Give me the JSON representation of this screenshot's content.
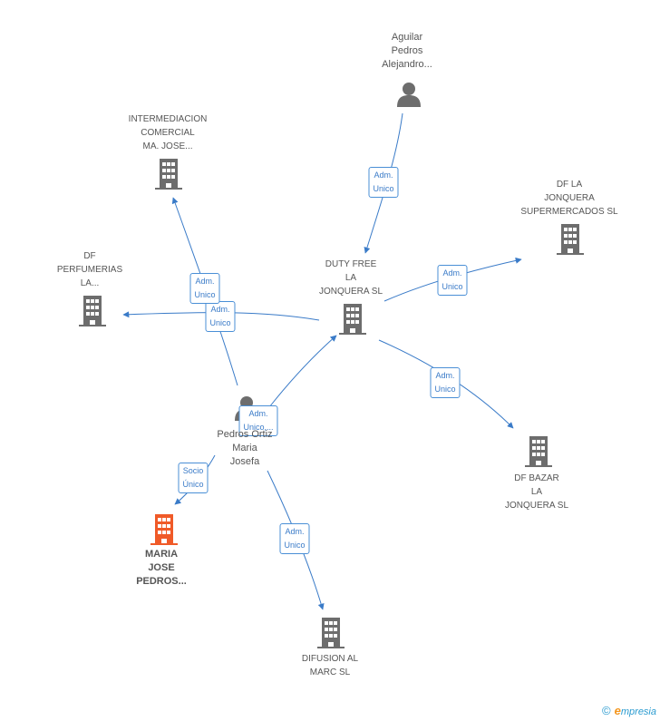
{
  "nodes": [
    {
      "id": "aguilar",
      "type": "person",
      "label": [
        "Aguilar",
        "Pedros",
        "Alejandro..."
      ]
    },
    {
      "id": "intermediacion",
      "type": "company",
      "label": [
        "INTERMEDIACION",
        "COMERCIAL",
        "MA.  JOSE..."
      ]
    },
    {
      "id": "dfla",
      "type": "company",
      "label": [
        "DF LA",
        "JONQUERA",
        "SUPERMERCADOS SL"
      ]
    },
    {
      "id": "dfperf",
      "type": "company",
      "label": [
        "DF",
        "PERFUMERIAS",
        "LA..."
      ]
    },
    {
      "id": "dutyfree",
      "type": "company",
      "label": [
        "DUTY FREE",
        "LA",
        "JONQUERA SL"
      ]
    },
    {
      "id": "pedros",
      "type": "person",
      "label": [
        "Pedros Ortiz",
        "Maria",
        "Josefa"
      ]
    },
    {
      "id": "dfbazar",
      "type": "company",
      "label": [
        "DF BAZAR",
        "LA",
        "JONQUERA SL"
      ]
    },
    {
      "id": "mariajose",
      "type": "company",
      "focus": true,
      "label": [
        "MARIA",
        "JOSE",
        "PEDROS..."
      ]
    },
    {
      "id": "difusion",
      "type": "company",
      "label": [
        "DIFUSION AL",
        "MARC SL"
      ]
    }
  ],
  "edges": [
    {
      "from": "aguilar",
      "to": "dutyfree",
      "label": [
        "Adm.",
        "Unico"
      ]
    },
    {
      "from": "dutyfree",
      "to": "dfla",
      "label": [
        "Adm.",
        "Unico"
      ]
    },
    {
      "from": "dutyfree",
      "to": "dfperf",
      "label": [
        "Adm.",
        "Unico"
      ]
    },
    {
      "from": "dutyfree",
      "to": "dfbazar",
      "label": [
        "Adm.",
        "Unico"
      ]
    },
    {
      "from": "pedros",
      "to": "intermediacion",
      "label": [
        "Adm.",
        "Unico"
      ]
    },
    {
      "from": "pedros",
      "to": "dutyfree",
      "label": [
        "Adm.",
        "Unico,..."
      ]
    },
    {
      "from": "pedros",
      "to": "mariajose",
      "label": [
        "Socio",
        "Único"
      ]
    },
    {
      "from": "pedros",
      "to": "difusion",
      "label": [
        "Adm.",
        "Unico"
      ]
    }
  ],
  "colors": {
    "edge": "#3a7bc8",
    "node": "#6d6d6d",
    "focus": "#f05a28"
  },
  "brand": {
    "copyright": "©",
    "initial": "e",
    "name": "mpresia"
  }
}
